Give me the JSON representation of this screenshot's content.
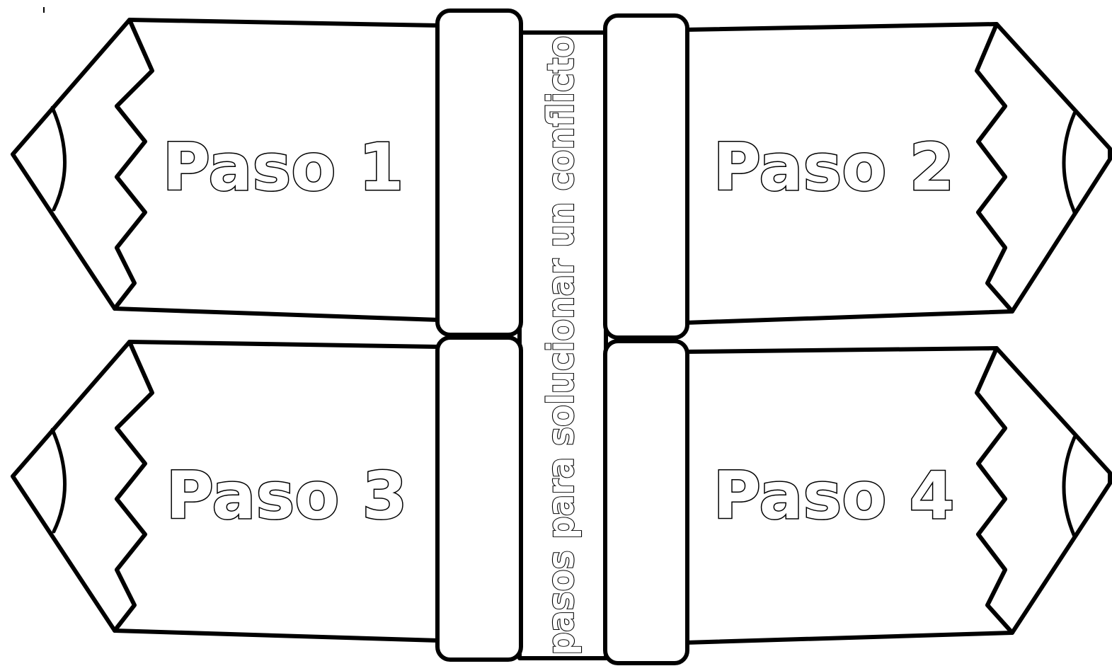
{
  "sheet": {
    "title": "pasos para solucionar un conflicto",
    "steps": [
      {
        "label": "Paso 1"
      },
      {
        "label": "Paso 2"
      },
      {
        "label": "Paso 3"
      },
      {
        "label": "Paso 4"
      }
    ],
    "colors": {
      "outline": "#000000",
      "fill": "#ffffff"
    }
  }
}
